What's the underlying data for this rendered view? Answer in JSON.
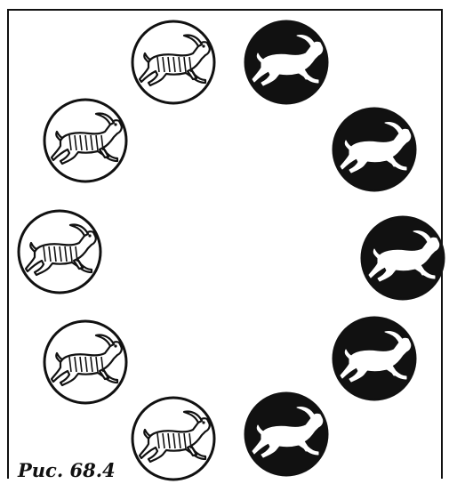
{
  "caption": "Рис. 68.4",
  "colors": {
    "ink": "#111111",
    "paper": "#ffffff"
  },
  "figure": {
    "description_icon": "goat-medallion-icon",
    "medallions": [
      {
        "style": "white-with-striped-goat"
      },
      {
        "style": "black-with-white-goat"
      },
      {
        "style": "white-with-striped-goat"
      },
      {
        "style": "black-with-white-goat"
      },
      {
        "style": "white-with-striped-goat"
      },
      {
        "style": "black-with-white-goat"
      },
      {
        "style": "white-with-striped-goat"
      },
      {
        "style": "black-with-white-goat"
      },
      {
        "style": "white-with-striped-goat"
      },
      {
        "style": "black-with-white-goat"
      }
    ]
  }
}
